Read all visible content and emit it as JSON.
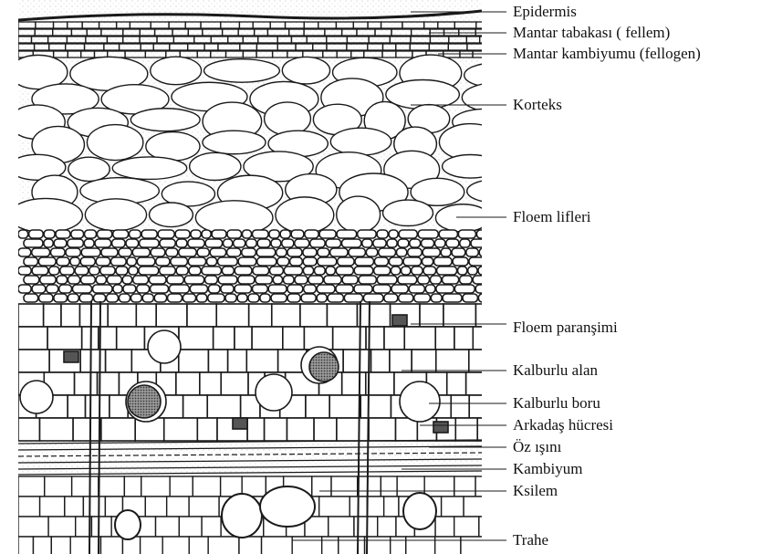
{
  "labels": [
    {
      "text": "Epidermis",
      "target": "epidermis"
    },
    {
      "text": "Mantar tabakası ( fellem)",
      "target": "fellem"
    },
    {
      "text": "Mantar kambiyumu (fellogen)",
      "target": "fellogen"
    },
    {
      "text": "Korteks",
      "target": "korteks"
    },
    {
      "text": "Floem lifleri",
      "target": "floem-lifleri"
    },
    {
      "text": "Floem paranşimi",
      "target": "floem-paransimi"
    },
    {
      "text": "Kalburlu alan",
      "target": "kalburlu-alan"
    },
    {
      "text": "Kalburlu boru",
      "target": "kalburlu-boru"
    },
    {
      "text": "Arkadaş hücresi",
      "target": "arkadas-hucresi"
    },
    {
      "text": "Öz ışını",
      "target": "oz-isini"
    },
    {
      "text": "Kambiyum",
      "target": "kambiyum"
    },
    {
      "text": "Ksilem",
      "target": "ksilem"
    },
    {
      "text": "Trahe",
      "target": "trahe"
    }
  ],
  "colors": {
    "ink": "#1a1a1a",
    "paper": "#ffffff",
    "stipple": "#9a9a9a"
  }
}
